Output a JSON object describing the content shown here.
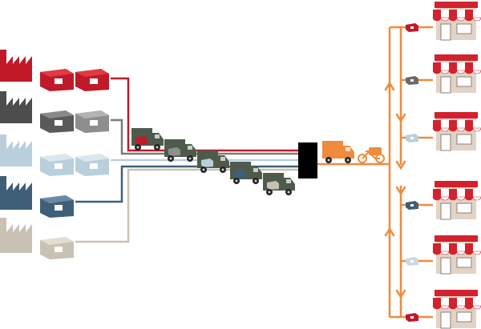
{
  "diagram": {
    "kind": "supply-chain-consolidation",
    "factories": [
      {
        "id": "red",
        "color": "#c0192a",
        "box_count": 2
      },
      {
        "id": "dark-gray",
        "color": "#4d4d4d",
        "box_count": 2
      },
      {
        "id": "light-blue",
        "color": "#b9cfdc",
        "box_count": 2
      },
      {
        "id": "slate-blue",
        "color": "#3f5f78",
        "box_count": 1
      },
      {
        "id": "beige",
        "color": "#c9c1b3",
        "box_count": 1
      }
    ],
    "trucks": [
      {
        "cargo": "red"
      },
      {
        "cargo": "dark-gray"
      },
      {
        "cargo": "light-blue"
      },
      {
        "cargo": "slate-blue"
      },
      {
        "cargo": "beige"
      }
    ],
    "hub": {
      "color": "#000000"
    },
    "delivery": {
      "color": "#f08a3c",
      "vehicles": [
        "van",
        "cargo-bike"
      ]
    },
    "stores": [
      {
        "package": "red"
      },
      {
        "package": "dark-gray"
      },
      {
        "package": "light-blue"
      },
      {
        "package": "slate-blue"
      },
      {
        "package": "light-blue"
      },
      {
        "package": "red"
      }
    ],
    "colors": {
      "truck_body": "#4e5b4c",
      "awning_red": "#d2222d",
      "store_wall": "#e3d3c6",
      "orange": "#f08a3c"
    }
  }
}
